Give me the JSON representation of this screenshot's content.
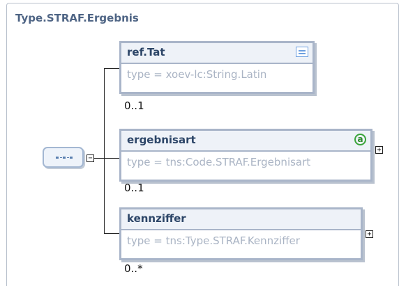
{
  "title": "Type.STRAF.Ergebnis",
  "sequence": {
    "collapse_symbol": "−"
  },
  "elements": [
    {
      "name": "ref.Tat",
      "type": "type = xoev-lc:String.Latin",
      "cardinality": "0..1",
      "icon": "documentation-icon"
    },
    {
      "name": "ergebnisart",
      "type": "type = tns:Code.STRAF.Ergebnisart",
      "cardinality": "0..1",
      "icon": "attribute-icon",
      "attr_symbol": "a",
      "expand_symbol": "+"
    },
    {
      "name": "kennziffer",
      "type": "type = tns:Type.STRAF.Kennziffer",
      "cardinality": "0..*",
      "expand_symbol": "+"
    }
  ]
}
